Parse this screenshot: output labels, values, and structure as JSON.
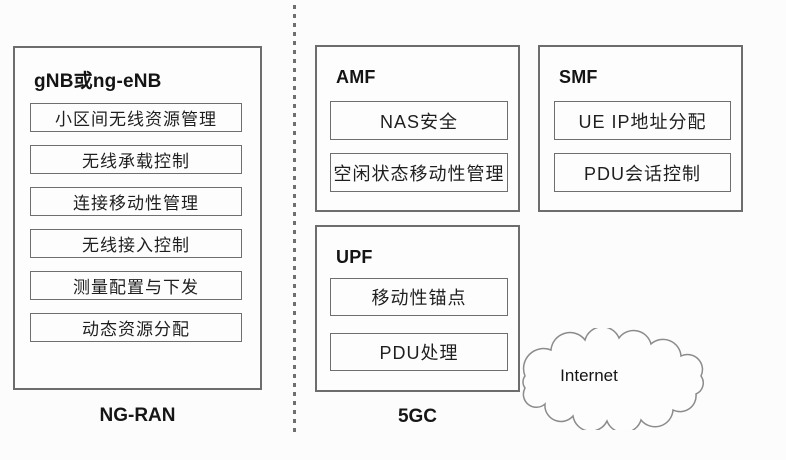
{
  "colors": {
    "background": "#fcfcfc",
    "node_border": "#6d6d6d",
    "function_border": "#6f6f6f",
    "text": "#1c1c1c",
    "divider": "#6f6f6f",
    "cloud_stroke": "#8b8b8b"
  },
  "ng_ran": {
    "region_label": "NG-RAN",
    "gnb": {
      "title": "gNB或ng-eNB",
      "functions": [
        "小区间无线资源管理",
        "无线承载控制",
        "连接移动性管理",
        "无线接入控制",
        "测量配置与下发",
        "动态资源分配"
      ]
    }
  },
  "core": {
    "region_label": "5GC",
    "amf": {
      "title": "AMF",
      "functions": [
        "NAS安全",
        "空闲状态移动性管理"
      ]
    },
    "smf": {
      "title": "SMF",
      "functions": [
        "UE IP地址分配",
        "PDU会话控制"
      ]
    },
    "upf": {
      "title": "UPF",
      "functions": [
        "移动性锚点",
        "PDU处理"
      ]
    }
  },
  "internet": {
    "label": "Internet"
  }
}
